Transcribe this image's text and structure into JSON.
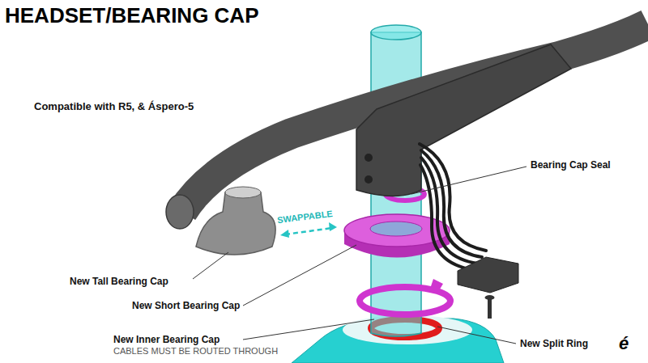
{
  "diagram": {
    "title": "HEADSET/BEARING CAP",
    "labels": [
      "Compatible with R5, & Áspero-5",
      "Bearing Cap Seal",
      "SWAPPABLE",
      "New Tall Bearing Cap",
      "New Short Bearing Cap",
      "New Inner Bearing Cap",
      "CABLES MUST BE ROUTED THROUGH",
      "New Split Ring",
      "é"
    ]
  }
}
